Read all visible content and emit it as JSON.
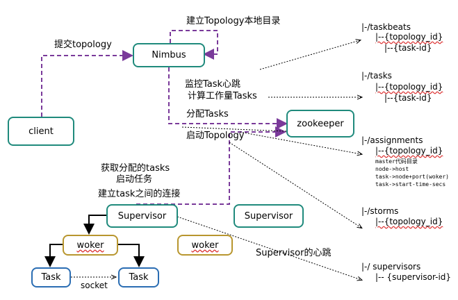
{
  "nodes": {
    "nimbus": "Nimbus",
    "client": "client",
    "zookeeper": "zookeeper",
    "supervisor1": "Supervisor",
    "supervisor2": "Supervisor",
    "worker1": "woker",
    "worker2": "woker",
    "task1": "Task",
    "task2": "Task"
  },
  "labels": {
    "create_dir": "建立Topology本地目录",
    "submit": "提交topology",
    "monitor": "监控Task心跳",
    "compute": "计算工作量Tasks",
    "assign": "分配Tasks",
    "start_topology": "启动Topology",
    "fetch_tasks": "获取分配的tasks",
    "start_job": "启动任务",
    "build_conn": "建立task之间的连接",
    "sup_heartbeat": "Supervisor的心跳",
    "socket": "socket"
  },
  "zk_tree": {
    "taskbeats": {
      "root": "|-/taskbeats",
      "line1": "|--{topology_id}",
      "line2": "|--{task-id}"
    },
    "tasks": {
      "root": "|-/tasks",
      "line1": "|--{topology_id}",
      "line2": "|--{task-id}"
    },
    "assignments": {
      "root": "|-/assignments",
      "line1": "|--{topology_id}",
      "details": [
        "master代码目录",
        "node->host",
        "task->node+port(woker)",
        "task->start-time-secs"
      ]
    },
    "storms": {
      "root": "|-/storms",
      "line1": "|--{topology_id}"
    },
    "supervisors": {
      "root": "|-/ supervisors",
      "line1": "|-- {supervisor-id}"
    }
  },
  "colors": {
    "purple_dashed": "#7a3a9a",
    "teal": "#1f8a7c",
    "gold": "#b8962e",
    "blue": "#2a6db3"
  }
}
